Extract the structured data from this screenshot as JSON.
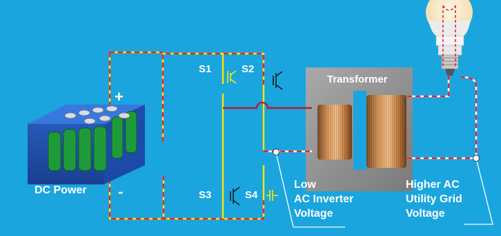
{
  "labels": {
    "s1": "S1",
    "s2": "S2",
    "s3": "S3",
    "s4": "S4",
    "plus": "+",
    "minus": "-",
    "dc_power": "DC Power",
    "transformer": "Transformer",
    "low_voltage": [
      "Low",
      "AC Inverter",
      "Voltage"
    ],
    "high_voltage": [
      "Higher AC",
      "Utility Grid",
      "Voltage"
    ]
  },
  "colors": {
    "background": "#1aa5de",
    "wire_dc": "#ffe600",
    "wire_ac": "#e5203a",
    "wire_white": "#ffffff",
    "battery_green": "#1f9a3a",
    "coil_copper": "#c8824a",
    "transformer_core": "#8c8c8c"
  },
  "icons": {
    "battery": "battery-bank-icon",
    "bulb": "light-bulb-icon",
    "transistor": "igbt-transistor-icon",
    "capacitor": "capacitor-icon"
  }
}
